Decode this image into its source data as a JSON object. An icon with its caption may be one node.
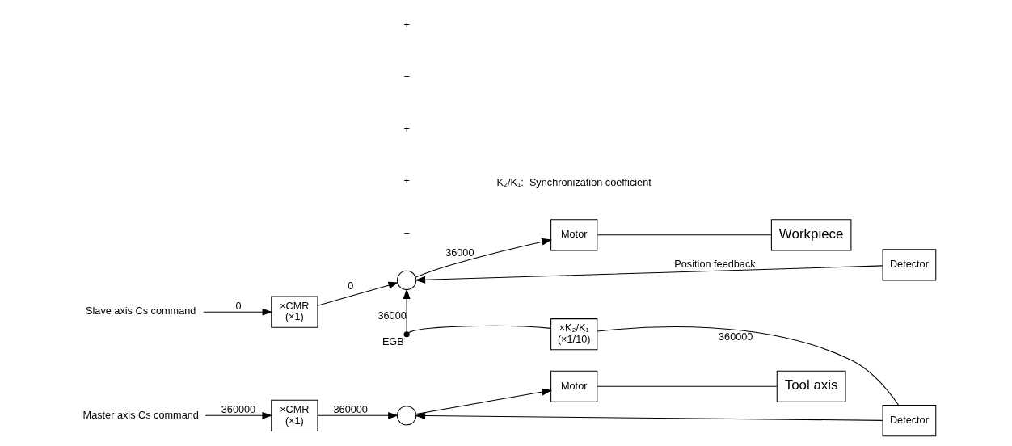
{
  "diagram": {
    "nodes": [
      {
        "text": [
          "Slave axis Cs command"
        ]
      },
      {
        "text": [
          "×CMR",
          "(×1)"
        ]
      },
      {
        "text": [],
        "shape": "circle"
      },
      {
        "text": [
          "Motor"
        ]
      },
      {
        "text": [
          "Workpiece"
        ]
      },
      {
        "text": [
          "Detector"
        ]
      },
      {
        "text": [
          "Master axis Cs command"
        ]
      },
      {
        "text": [
          "×CMR",
          "(×1)"
        ]
      },
      {
        "text": [],
        "shape": "circle"
      },
      {
        "text": [
          "Motor"
        ]
      },
      {
        "text": [
          "Tool axis"
        ]
      },
      {
        "text": [
          "Detector"
        ]
      },
      {
        "text": [
          "×K₂/K₁",
          "(×1/10)"
        ]
      },
      {
        "text": [],
        "shape": "switch",
        "beside": [
          "EGB"
        ]
      }
    ],
    "edges": [
      {
        "from": 0,
        "to": 1,
        "arrow": "to",
        "label": "0"
      },
      {
        "from": 1,
        "to": 2,
        "arrow": "to",
        "label": "0"
      },
      {
        "from": 2,
        "to": 3,
        "arrow": "to",
        "label": "36000"
      },
      {
        "from": 3,
        "to": 4,
        "arrow": "none"
      },
      {
        "from": 5,
        "to": 2,
        "arrow": "to",
        "label": "Position feedback"
      },
      {
        "from": 6,
        "to": 7,
        "arrow": "to",
        "label": "360000"
      },
      {
        "from": 7,
        "to": 8,
        "arrow": "to",
        "label": "360000"
      },
      {
        "from": 8,
        "to": 9,
        "arrow": "to"
      },
      {
        "from": 9,
        "to": 10,
        "arrow": "none"
      },
      {
        "from": 11,
        "to": 8,
        "arrow": "to"
      },
      {
        "from": 11,
        "to": 12,
        "arrow": "none",
        "label": "360000"
      },
      {
        "from": 12,
        "to": 13,
        "arrow": "none"
      },
      {
        "from": 13,
        "to": 2,
        "arrow": "to",
        "label": "36000"
      }
    ],
    "labels": [
      "−",
      "+",
      "+",
      "K₂/K₁:  Synchronization coefficient",
      "−",
      "+"
    ]
  }
}
